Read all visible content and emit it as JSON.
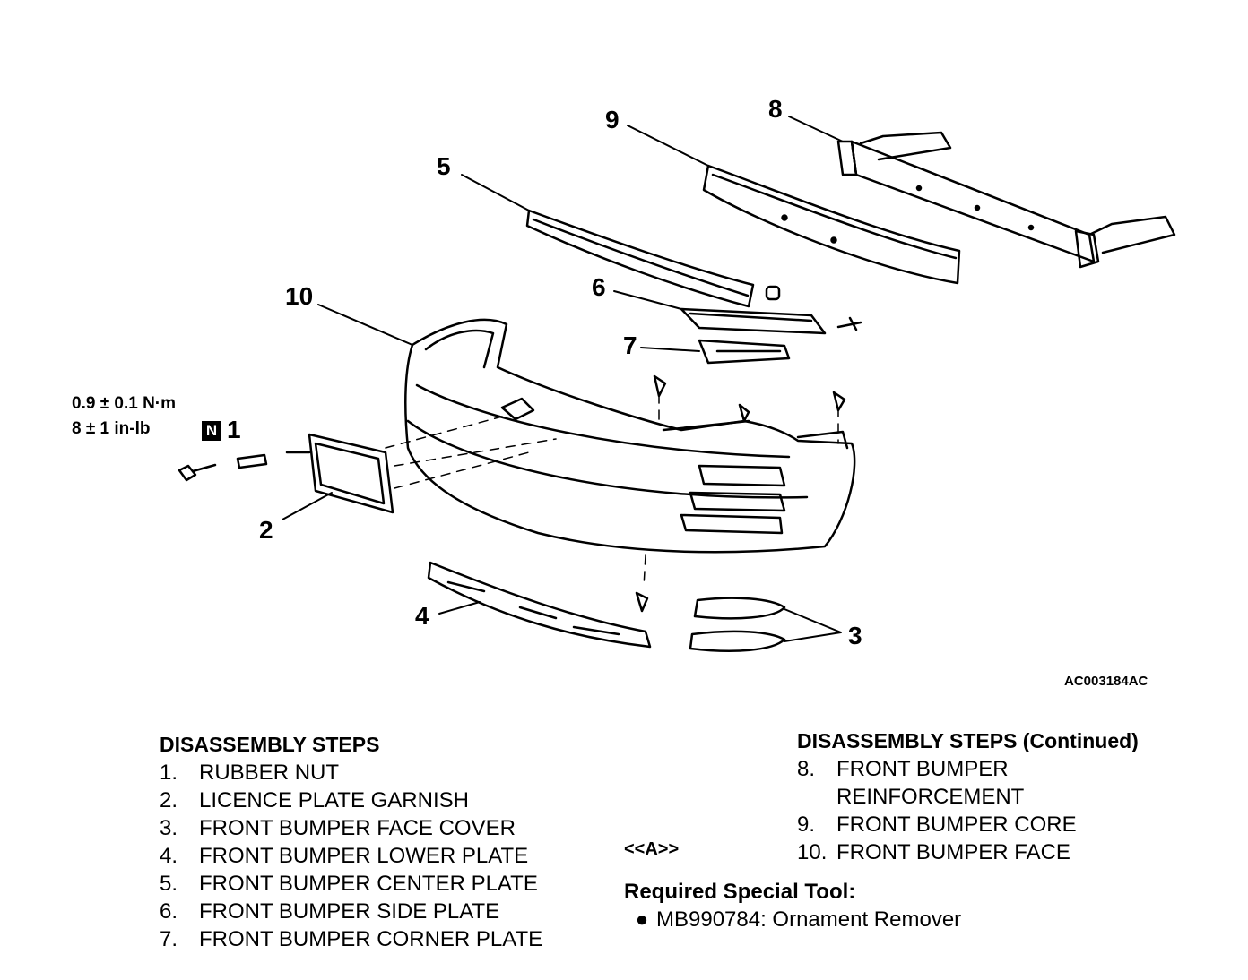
{
  "callouts": {
    "c1": "1",
    "c2": "2",
    "c3": "3",
    "c4": "4",
    "c5": "5",
    "c6": "6",
    "c7": "7",
    "c8": "8",
    "c9": "9",
    "c10": "10"
  },
  "torque": {
    "metric": "0.9 ± 0.1 N·m",
    "imperial": "8 ± 1 in-lb",
    "badge": "N"
  },
  "figure_code": "AC003184AC",
  "steps_left": {
    "heading": "DISASSEMBLY STEPS",
    "items": [
      {
        "num": "1.",
        "text": "RUBBER NUT"
      },
      {
        "num": "2.",
        "text": "LICENCE PLATE GARNISH"
      },
      {
        "num": "3.",
        "text": "FRONT BUMPER FACE COVER"
      },
      {
        "num": "4.",
        "text": "FRONT BUMPER LOWER PLATE"
      },
      {
        "num": "5.",
        "text": "FRONT BUMPER CENTER PLATE"
      },
      {
        "num": "6.",
        "text": "FRONT BUMPER SIDE PLATE"
      },
      {
        "num": "7.",
        "text": "FRONT BUMPER CORNER PLATE"
      }
    ]
  },
  "steps_right": {
    "heading": "DISASSEMBLY STEPS (Continued)",
    "items": [
      {
        "num": "8.",
        "text": "FRONT BUMPER"
      },
      {
        "num": "",
        "text": "REINFORCEMENT"
      },
      {
        "num": "9.",
        "text": "FRONT BUMPER CORE"
      },
      {
        "num": "10.",
        "text": "FRONT BUMPER FACE"
      }
    ],
    "service_ref": "<<A>>"
  },
  "special_tool": {
    "heading": "Required Special Tool:",
    "bullet": "●",
    "item": "MB990784: Ornament Remover"
  }
}
